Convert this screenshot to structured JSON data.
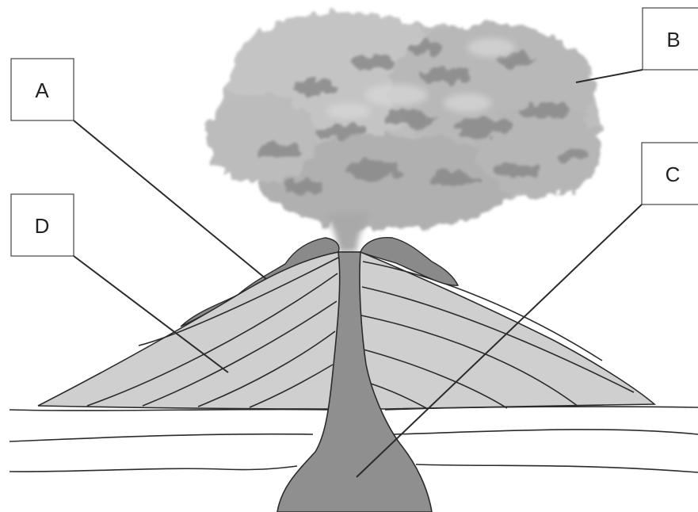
{
  "labels": {
    "a": "A",
    "b": "B",
    "c": "C",
    "d": "D"
  },
  "colors": {
    "cone_light": "#cfcfcf",
    "lava_dark": "#8a8a8a",
    "cloud_light": "#c2c2c2",
    "cloud_dark": "#7e7e7e",
    "outline": "#2b2b2b"
  }
}
